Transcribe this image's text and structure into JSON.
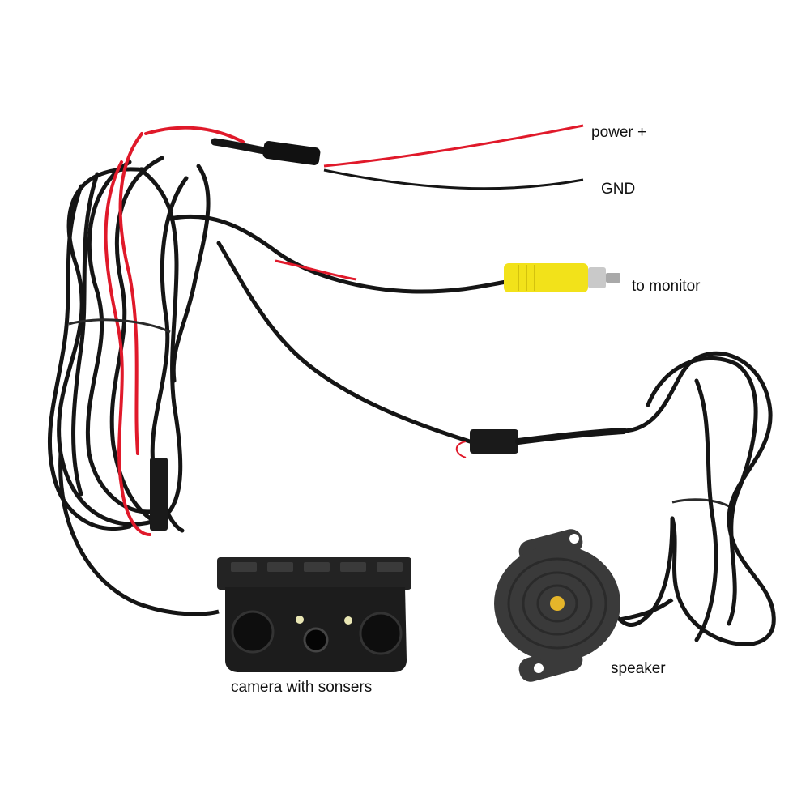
{
  "labels": {
    "power": "power +",
    "gnd": "GND",
    "monitor": "to monitor",
    "speaker": "speaker",
    "camera": "camera with sonsers"
  },
  "colors": {
    "background": "#ffffff",
    "cable": "#151515",
    "red_wire": "#e0192a",
    "rca_yellow": "#f2e21a",
    "rca_metal": "#c9c9c9",
    "camera_body": "#1c1c1c",
    "speaker_body": "#3a3a3a",
    "speaker_center": "#e5b52a"
  },
  "icons": [
    "camera-with-sensors",
    "rca-connector",
    "buzzer-speaker",
    "cable-tie"
  ]
}
